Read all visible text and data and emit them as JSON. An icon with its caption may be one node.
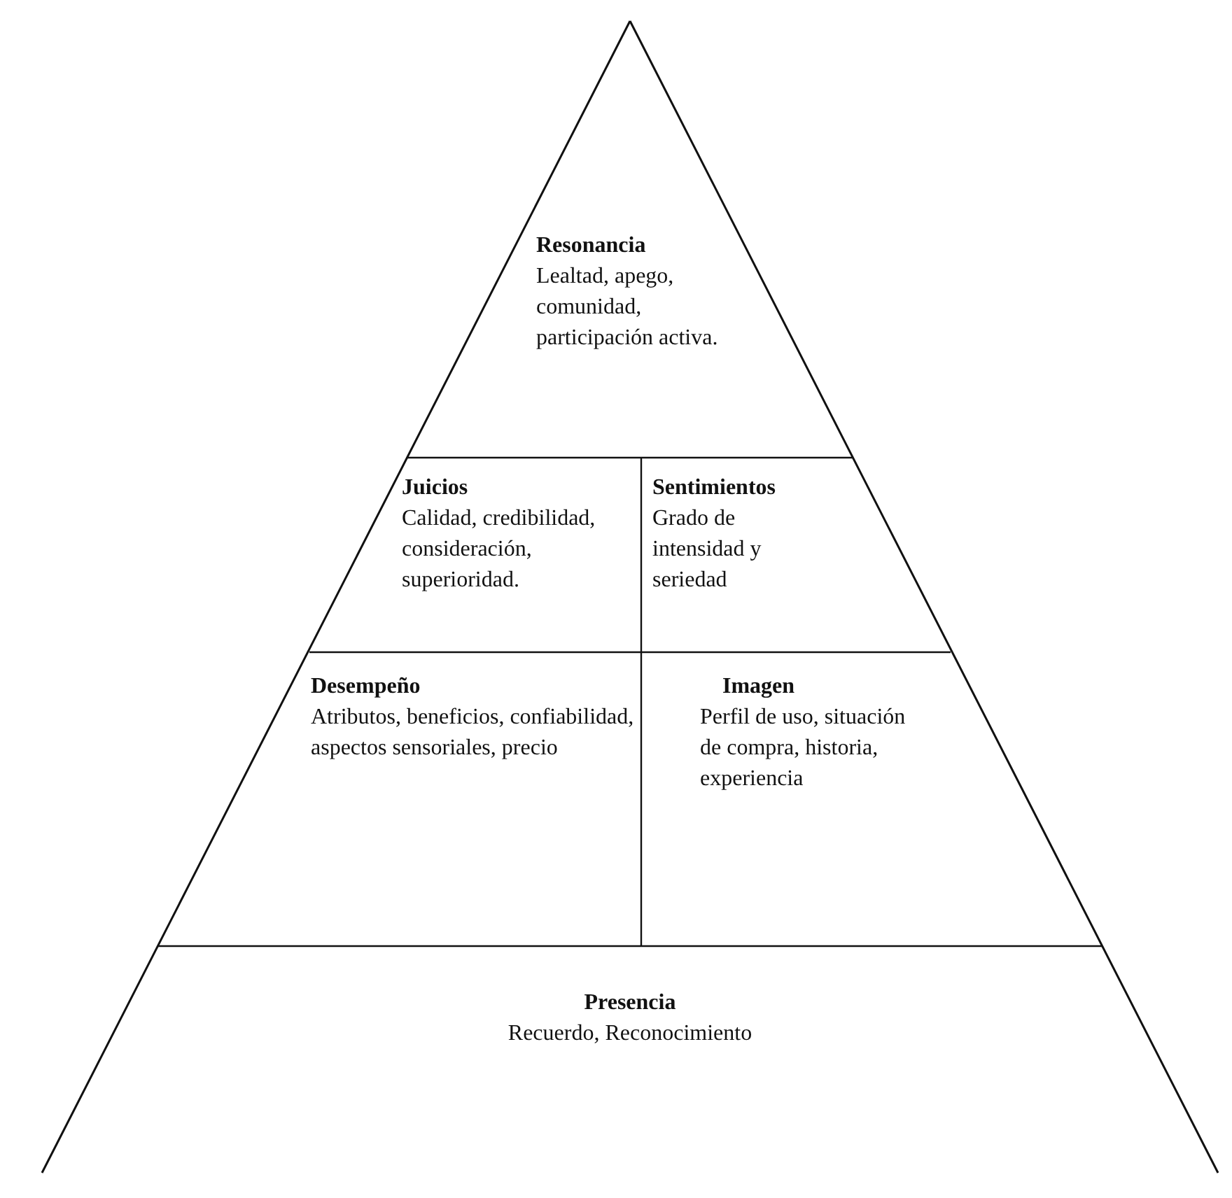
{
  "diagram": {
    "nodes": [
      {
        "text": [
          "Resonancia",
          "Lealtad, apego, comunidad, participación activa."
        ]
      },
      {
        "text": [
          "Juicios",
          "Calidad, credibilidad, consideración, superioridad."
        ]
      },
      {
        "text": [
          "Sentimientos",
          "Grado de intensidad y seriedad"
        ]
      },
      {
        "text": [
          "Desempeño",
          "Atributos, beneficios, confiabilidad, aspectos sensoriales, precio"
        ]
      },
      {
        "text": [
          "Imagen",
          "Perfil de uso, situación de compra, historia, experiencia"
        ]
      },
      {
        "text": [
          "Presencia",
          "Recuerdo, Reconocimiento"
        ]
      }
    ]
  }
}
